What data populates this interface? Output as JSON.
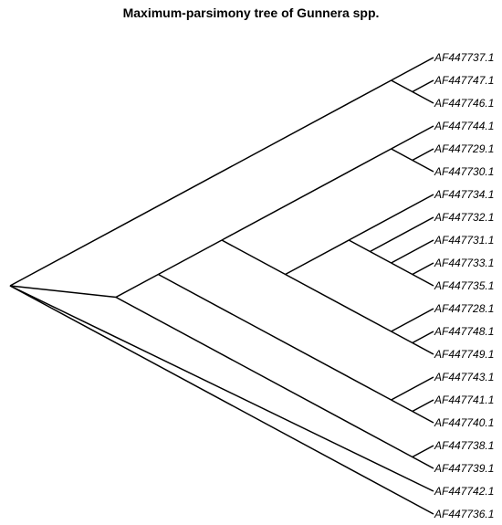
{
  "title": "Maximum-parsimony tree of Gunnera spp.",
  "tree_layout": "cladogram-slanted",
  "orientation": "root-left",
  "tips": [
    "AF447737.1",
    "AF447747.1",
    "AF447746.1",
    "AF447744.1",
    "AF447729.1",
    "AF447730.1",
    "AF447734.1",
    "AF447732.1",
    "AF447731.1",
    "AF447733.1",
    "AF447735.1",
    "AF447728.1",
    "AF447748.1",
    "AF447749.1",
    "AF447743.1",
    "AF447741.1",
    "AF447740.1",
    "AF447738.1",
    "AF447739.1",
    "AF447742.1",
    "AF447736.1"
  ],
  "newick": "((AF447737.1,(AF447747.1,AF447746.1)),((((AF447744.1,(AF447729.1,AF447730.1)),((AF447734.1,(AF447732.1,(AF447731.1,(AF447733.1,AF447735.1)))),(AF447728.1,(AF447748.1,AF447749.1)))),(AF447743.1,(AF447741.1,AF447740.1))),(AF447738.1,AF447739.1)),AF447742.1,AF447736.1);"
}
